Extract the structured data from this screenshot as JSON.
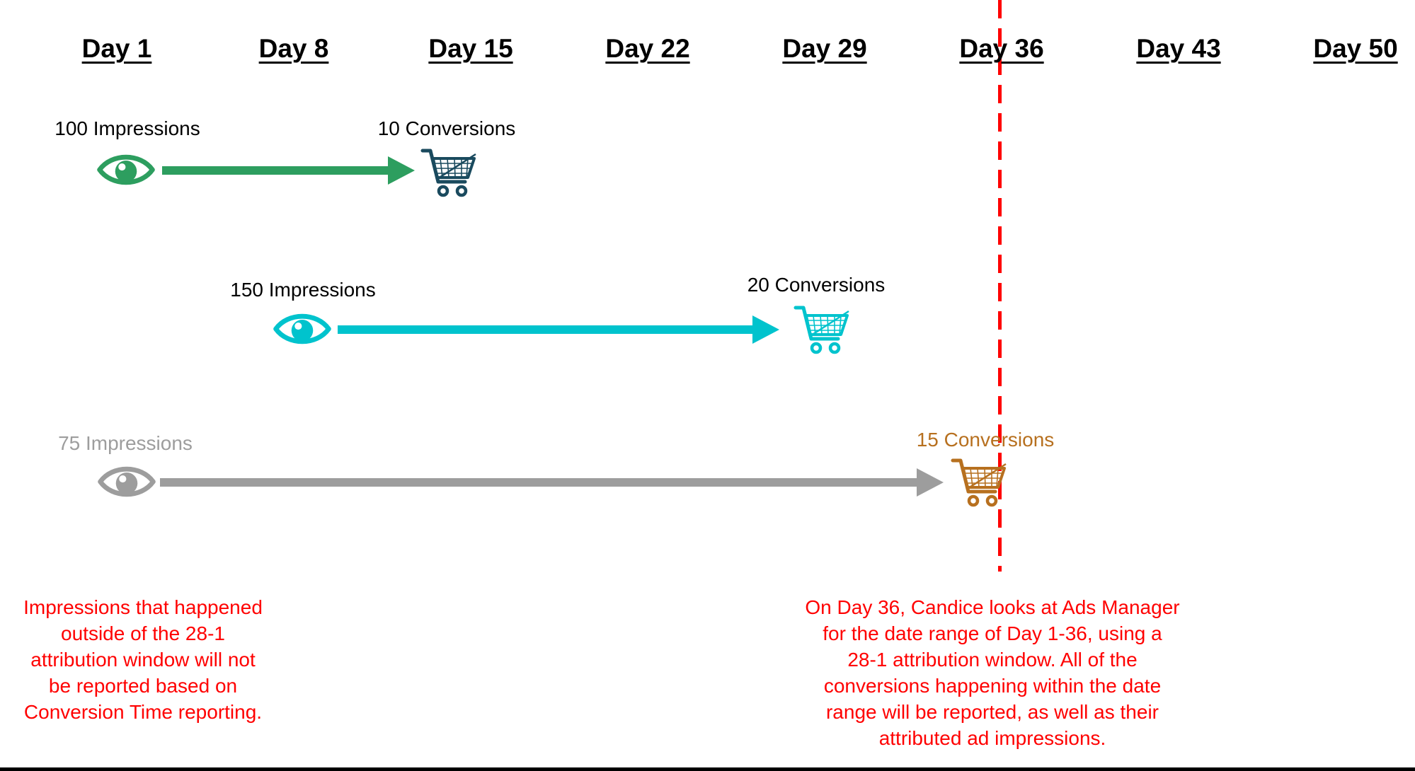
{
  "timeline": {
    "days": [
      "Day 1",
      "Day 8",
      "Day 15",
      "Day 22",
      "Day 29",
      "Day 36",
      "Day 43",
      "Day 50"
    ]
  },
  "marker": {
    "position_day": "Day 36",
    "style": "dashed-vertical-line",
    "color": "#ff0000"
  },
  "icons": {
    "impression": "eye-icon",
    "conversion": "shopping-cart-icon"
  },
  "rows": [
    {
      "impressions_label": "100 Impressions",
      "conversions_label": "10 Conversions",
      "arrow_color": "#2d9e5f",
      "eye_color": "#2d9e5f",
      "cart_color": "#1a4a5e",
      "impressions_text_color": "#000000",
      "conversions_text_color": "#000000"
    },
    {
      "impressions_label": "150 Impressions",
      "conversions_label": "20 Conversions",
      "arrow_color": "#00c3cd",
      "eye_color": "#00c3cd",
      "cart_color": "#00c3cd",
      "impressions_text_color": "#000000",
      "conversions_text_color": "#000000"
    },
    {
      "impressions_label": "75 Impressions",
      "conversions_label": "15 Conversions",
      "arrow_color": "#9d9d9d",
      "eye_color": "#9d9d9d",
      "cart_color": "#b7701f",
      "impressions_text_color": "#9d9d9d",
      "conversions_text_color": "#b7701f"
    }
  ],
  "annotations": {
    "left": "Impressions that happened\noutside of the 28-1\nattribution window will not\nbe reported based on\nConversion Time reporting.",
    "right": "On Day 36, Candice looks at Ads Manager\nfor the date range of Day 1-36, using a\n28-1 attribution window. All of the\nconversions happening within the date\nrange will be reported, as well as their\nattributed ad impressions.",
    "text_color": "#ff0000"
  },
  "divider_color": "#000000"
}
